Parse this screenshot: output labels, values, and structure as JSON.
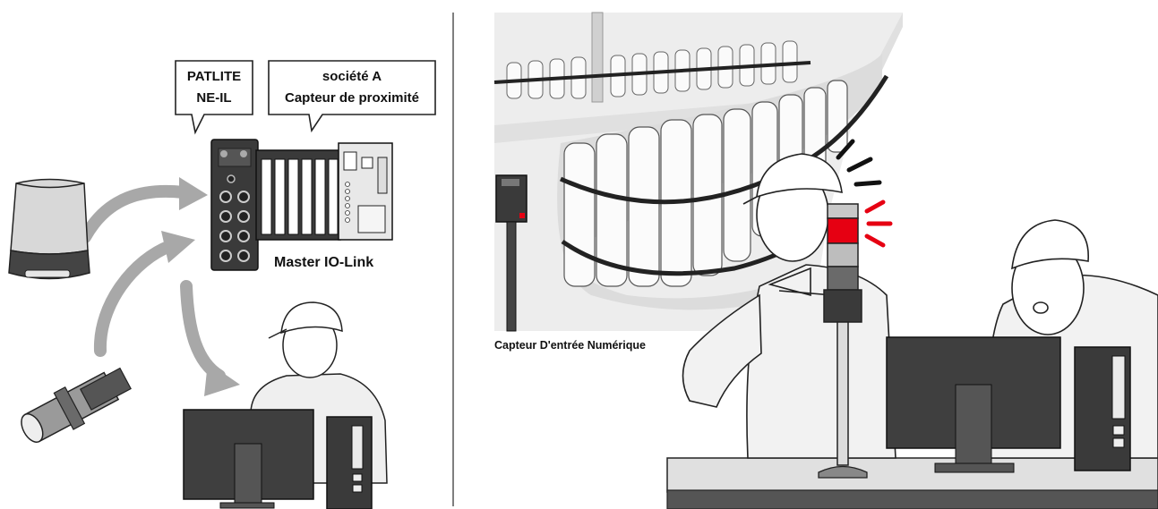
{
  "callouts": {
    "patlite": {
      "line1": "PATLITE",
      "line2": "NE-IL"
    },
    "company": {
      "line1": "société A",
      "line2": "Capteur de proximité"
    }
  },
  "labels": {
    "master": "Master IO-Link",
    "digital_sensor": "Capteur D'entrée Numérique"
  },
  "colors": {
    "alert_red": "#e60012",
    "dark_gray": "#3a3a3a",
    "mid_gray": "#9a9a9a",
    "light_gray": "#d9d9d9",
    "arrow_gray": "#a8a8a8",
    "divider": "#555555"
  },
  "icons": [
    "signal-tower-icon",
    "proximity-sensor-icon",
    "io-link-master-icon",
    "plc-icon",
    "photoelectric-sensor-icon",
    "worker-icon",
    "monitor-icon",
    "pc-tower-icon"
  ]
}
